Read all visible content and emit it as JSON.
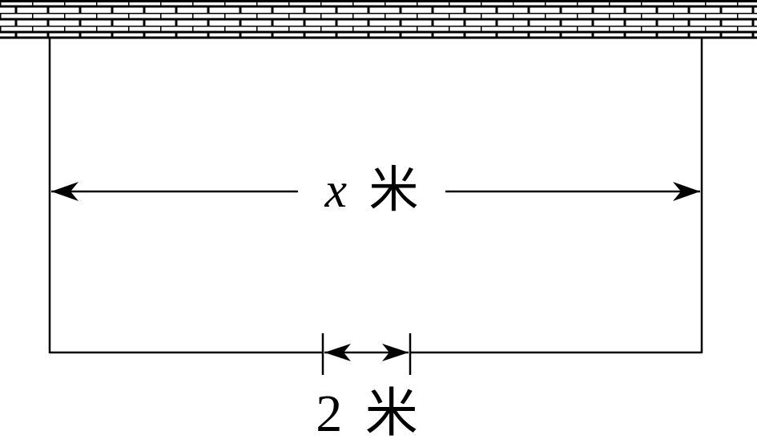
{
  "diagram": {
    "width_label": {
      "variable": "x",
      "unit": "米"
    },
    "gap_label": {
      "value": "2",
      "unit": "米"
    },
    "colors": {
      "stroke": "#000000",
      "background": "#ffffff"
    }
  }
}
